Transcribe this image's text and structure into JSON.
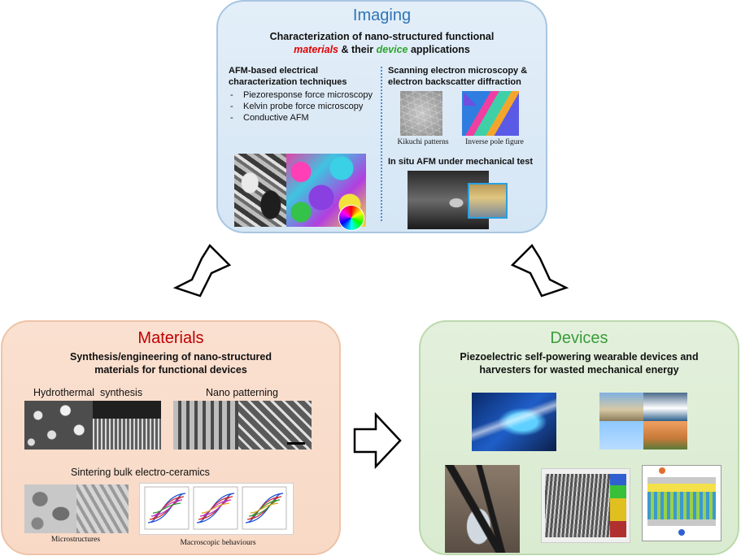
{
  "imaging": {
    "title": "Imaging",
    "subtitle_line1": "Characterization of nano-structured functional",
    "subtitle_materials": "materials",
    "subtitle_mid": " & their ",
    "subtitle_device": "device",
    "subtitle_end": " applications",
    "afm_heading": "AFM-based electrical characterization techniques",
    "afm_items": [
      "Piezoresponse force microscopy",
      "Kelvin probe force microscopy",
      "Conductive AFM"
    ],
    "sem_heading": "Scanning electron microscopy & electron backscatter diffraction",
    "kikuchi_caption": "Kikuchi patterns",
    "ipf_caption": "Inverse pole figure",
    "insitu_heading": "In situ AFM under mechanical test"
  },
  "materials": {
    "title": "Materials",
    "subtitle_line1": "Synthesis/engineering of nano-structured",
    "subtitle_line2": "materials for functional devices",
    "hydro_label": "Hydrothermal  synthesis",
    "nano_label": "Nano patterning",
    "sinter_label": "Sintering bulk electro-ceramics",
    "micro_caption": "Microstructures",
    "macro_caption": "Macroscopic behaviours"
  },
  "devices": {
    "title": "Devices",
    "subtitle_line1": "Piezoelectric self-powering wearable devices and",
    "subtitle_line2": "harvesters for wasted mechanical energy"
  },
  "colors": {
    "imaging_title": "#2e75b6",
    "materials_title": "#c00000",
    "devices_title": "#3a9c3a",
    "materials_word": "#e00000",
    "device_word": "#2aa52a"
  },
  "icons": [
    "arrow-down-left-icon",
    "arrow-down-right-icon",
    "arrow-right-icon"
  ]
}
